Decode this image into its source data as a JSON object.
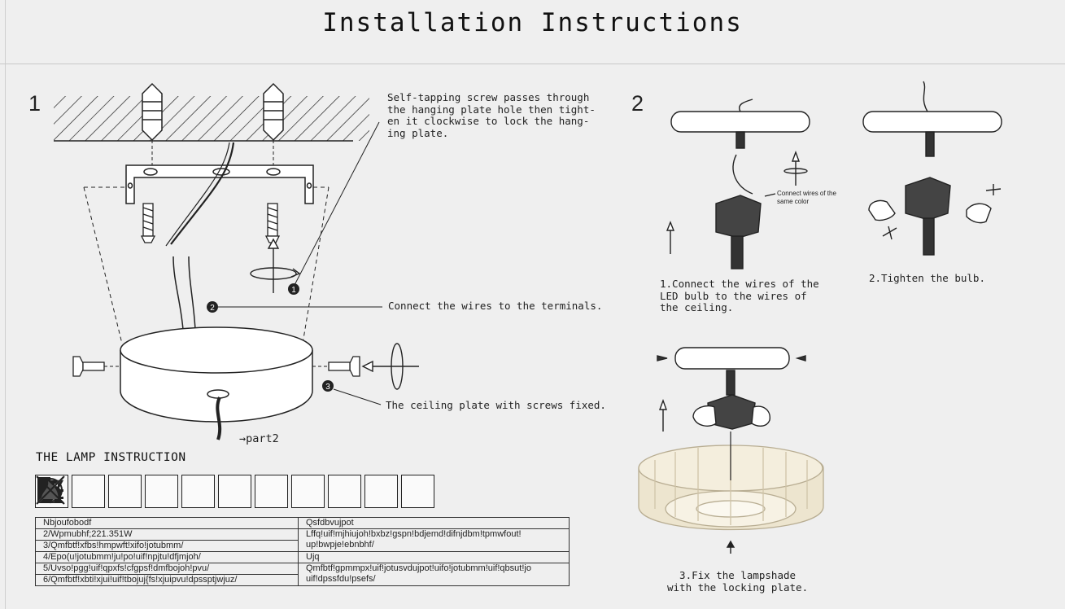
{
  "page": {
    "title": "Installation Instructions"
  },
  "step1": {
    "number": "1",
    "note_screw": "Self-tapping screw passes through\nthe hanging plate hole then tight-\nen it clockwise to lock the hang-\ning plate.",
    "note_wires": "Connect the wires to the terminals.",
    "note_plate": "The ceiling plate with screws fixed.",
    "callouts": [
      "1",
      "2",
      "3"
    ],
    "part_link": "→part2"
  },
  "step2": {
    "number": "2",
    "wire_color_note": "Connect wires of the\nsame color",
    "caption1": "1.Connect the wires of the\nLED bulb to the wires of\nthe ceiling.",
    "caption2": "2.Tighten the bulb.",
    "caption3": "3.Fix the lampshade\nwith the locking plate."
  },
  "lamp": {
    "heading": "THE LAMP INSTRUCTION",
    "icons": [
      "no-ladder-icon",
      "no-bathroom-icon",
      "class-ii-triangle-icon",
      "class-iii-triangle-icon",
      "earth-ground-icon",
      "double-insulation-icon",
      "not-covered-icon",
      "no-dimmer-icon",
      "no-outdoor-icon",
      "no-high-temp-icon",
      "no-flammable-icon"
    ],
    "table": [
      {
        "left": "Nbjoufobodf",
        "right": "Qsfdbvujpot"
      },
      {
        "left": "2/Wpmubhf;221.351W",
        "right": "Lffq!uif!mjhiujoh!bxbz!gspn!bdjemd!difnjdbm!tpmwfout!\nup!bwpje!ebnbhf/"
      },
      {
        "left": "3/Qmfbtf!xfbs!hmpwft!xifo!jotubmm/",
        "right": ""
      },
      {
        "left": "4/Epo(u!jotubmm!ju!po!uif!npjtu!dfjmjoh/",
        "right": "Ujq"
      },
      {
        "left": "5/Uvso!pgg!uif!qpxfs!cfgpsf!dmfbojoh!pvu/",
        "right": "Qmfbtf!gpmmpx!uif!jotusvdujpot!uifo!jotubmm!uif!qbsut!jo\nuif!dpssfdu!psefs/"
      },
      {
        "left": "6/Qmfbtf!xbti!xjui!uif!tbojuj{fs!xjuipvu!dpssptjwjuz/",
        "right": ""
      }
    ]
  }
}
